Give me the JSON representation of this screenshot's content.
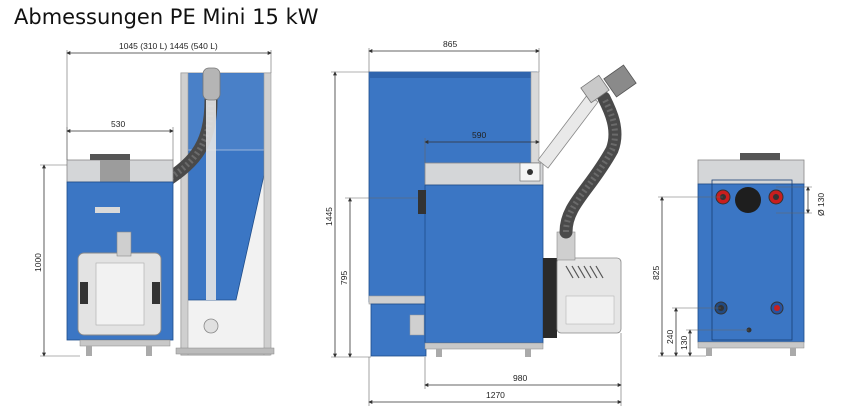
{
  "title": "Abmessungen PE Mini 15 kW",
  "colors": {
    "body_blue": "#3b76c4",
    "panel_grey": "#d4d6d8",
    "hose": "#4a4a4a",
    "frame": "#dcdcdc"
  },
  "dimensions": {
    "side_width": "1045 (310 L)  1445 (540 L)",
    "side_depth": "530",
    "side_height": "1000",
    "front_width": "865",
    "front_inner": "590",
    "front_total_height": "1445",
    "front_mid_height": "795",
    "front_base_980": "980",
    "front_base_1270": "1270",
    "back_height": "825",
    "back_diameter": "Ø 130",
    "back_240": "240",
    "back_130": "130"
  }
}
